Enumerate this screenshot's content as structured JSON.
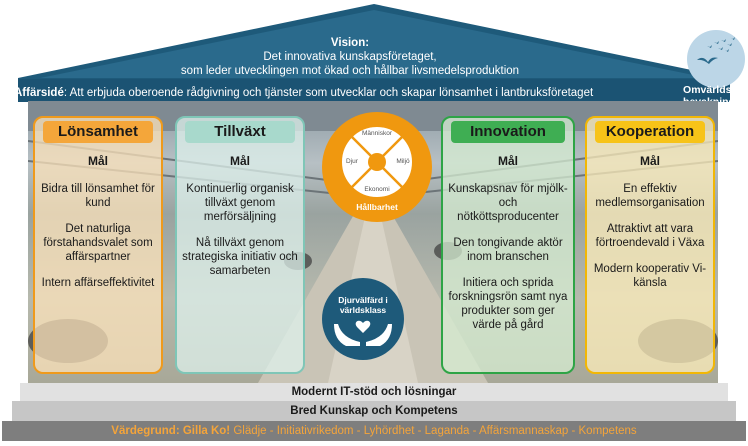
{
  "roof": {
    "vision_title": "Vision:",
    "vision_line1": "Det innovativa kunskapsföretaget,",
    "vision_line2": "som leder utvecklingen mot ökad och hållbar livsmedelsproduktion",
    "affarside_label": "Affärsidé",
    "affarside_text": ": Att erbjuda oberoende rådgivning och tjänster som utvecklar och skapar lönsamhet i lantbruksföretaget"
  },
  "omvarld": {
    "line1": "Omvärlds-",
    "line2": "bevakning",
    "icon": "birds-icon"
  },
  "pillars": [
    {
      "title": "Lönsamhet",
      "goal_label": "Mål",
      "items": [
        "Bidra till lönsamhet för kund",
        "Det naturliga förstahandsvalet som affärspartner",
        "Intern affärseffektivitet"
      ]
    },
    {
      "title": "Tillväxt",
      "goal_label": "Mål",
      "items": [
        "Kontinuerlig organisk tillväxt genom merförsäljning",
        "Nå tillväxt genom strategiska initiativ och samarbeten"
      ]
    },
    {
      "title": "Innovation",
      "goal_label": "Mål",
      "items": [
        "Kunskapsnav för mjölk- och nötköttsproducenter",
        "Den tongivande aktör inom branschen",
        "Initiera och sprida forskningsrön samt nya produkter som ger värde på gård"
      ]
    },
    {
      "title": "Kooperation",
      "goal_label": "Mål",
      "items": [
        "En effektiv medlemsorganisation",
        "Attraktivt att vara förtroendevald i Växa",
        "Modern kooperativ Vi-känsla"
      ]
    }
  ],
  "hallbarhet": {
    "title": "Hållbarhet",
    "segments": [
      "Människor",
      "Miljö",
      "Ekonomi",
      "Djur"
    ],
    "color": "#f0980f"
  },
  "djurvalfard": {
    "line1": "Djurvälfärd i",
    "line2": "världsklass",
    "icon": "hands-heart-icon",
    "color": "#1e5a7a"
  },
  "foundation": {
    "step1": "Modernt IT-stöd och lösningar",
    "step2": "Bred Kunskap och Kompetens",
    "step3_label": "Värdegrund: Gilla Ko!",
    "step3_values": " Glädje - Initiativrikedom - Lyhördhet - Laganda - Affärsmannaskap - Kompetens"
  },
  "colors": {
    "roof": "#1e5a7a",
    "lonsamhet": "#f4a63a",
    "tillvaxt": "#a8d9cc",
    "innovation": "#3fae53",
    "kooperation": "#f7c318"
  }
}
